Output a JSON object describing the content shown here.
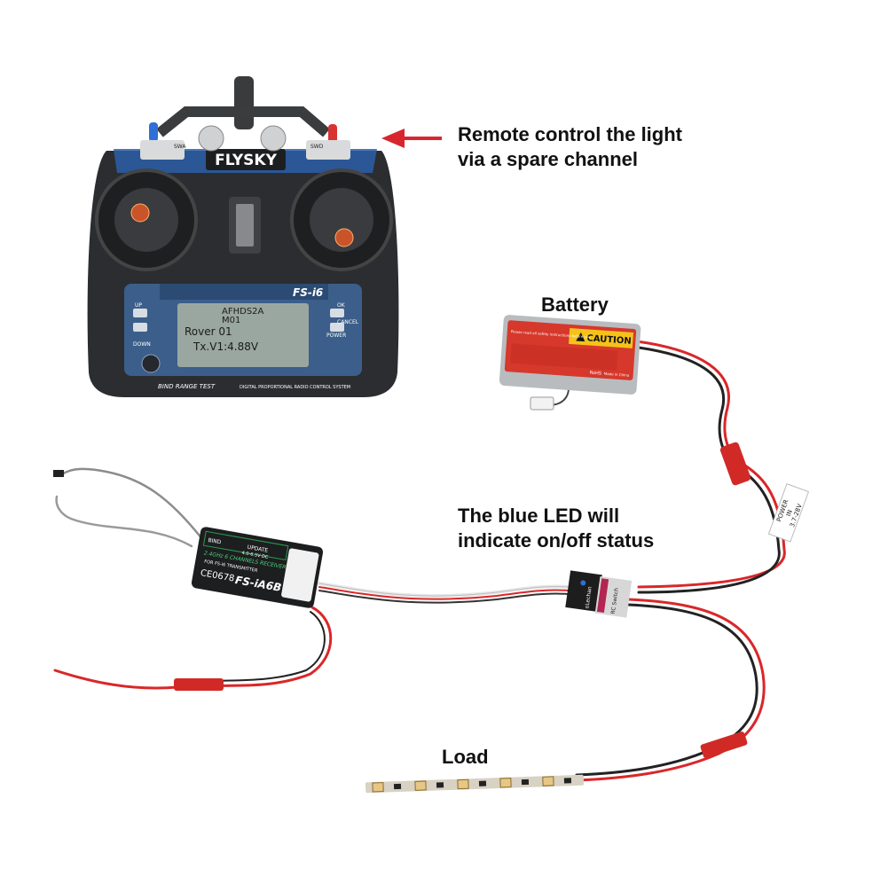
{
  "captions": {
    "remote_line1": "Remote control the light",
    "remote_line2": "via a spare channel",
    "battery": "Battery",
    "led_line1": "The blue LED will",
    "led_line2": "indicate on/off status",
    "load": "Load"
  },
  "transmitter": {
    "brand": "FLYSKY",
    "model": "FS-i6",
    "screen_line1": "AFHDS2A",
    "screen_line2": "M01",
    "screen_line3": "Rover 01",
    "screen_line4": "Tx.V1:4.88V",
    "bottom_left": "BIND RANGE TEST",
    "bottom_right": "DIGITAL PROPORTIONAL RADIO CONTROL SYSTEM",
    "label_power": "POWER",
    "label_down": "DOWN",
    "label_ok": "OK",
    "label_cancel": "CANCEL",
    "label_up": "UP",
    "label_swa": "SWA",
    "label_swd": "SWD"
  },
  "battery": {
    "caution": "CAUTION",
    "warning_text": "Please read all safety instructions before use",
    "small": "RoHS",
    "china": "Made in China"
  },
  "receiver": {
    "bind": "BIND",
    "update": "UPDATE",
    "freq": "2.4GHz 6 CHANNELS RECEIVER",
    "volt": "4.0-6.5V DC",
    "for_tx": "FOR FS-i6 TRANSMITTER",
    "cert": "CE0678",
    "model": "FS-iA6B"
  },
  "switch_module": {
    "brand": "oLechan",
    "name": "RC Switch"
  },
  "power_label": {
    "line1": "POWER",
    "line2": "IN",
    "line3": "3.7-28V"
  },
  "colors": {
    "arrow": "#d8262e",
    "wire_red": "#d9272a",
    "wire_black": "#222222",
    "battery_red": "#d6382b",
    "battery_yellow": "#f5c21a",
    "transmitter_body": "#2b2d30",
    "screen": "#9aa7a0",
    "accent_blue": "#2d5fa8"
  }
}
